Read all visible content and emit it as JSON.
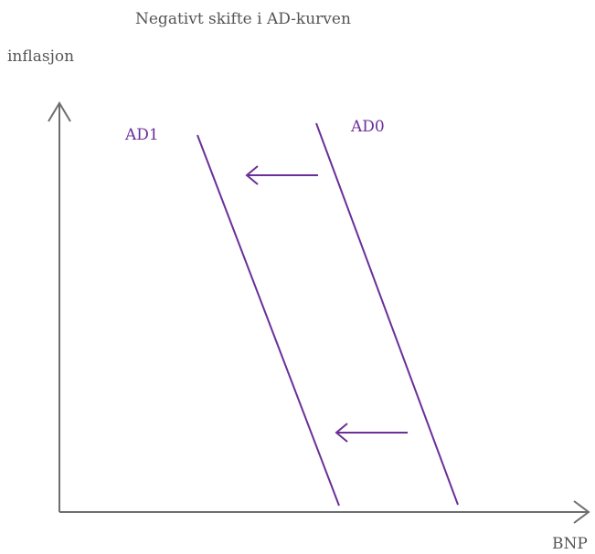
{
  "diagram": {
    "title": "Negativt skifte i AD-kurven",
    "y_axis_label": "inflasjon",
    "x_axis_label": "BNP",
    "curves": [
      {
        "label": "AD1"
      },
      {
        "label": "AD0"
      }
    ],
    "colors": {
      "axis": "#6e6e6e",
      "curve": "#6a2f98",
      "title_text": "#555555",
      "axis_label_text": "#555555",
      "curve_label_text": "#6a2f98"
    }
  }
}
